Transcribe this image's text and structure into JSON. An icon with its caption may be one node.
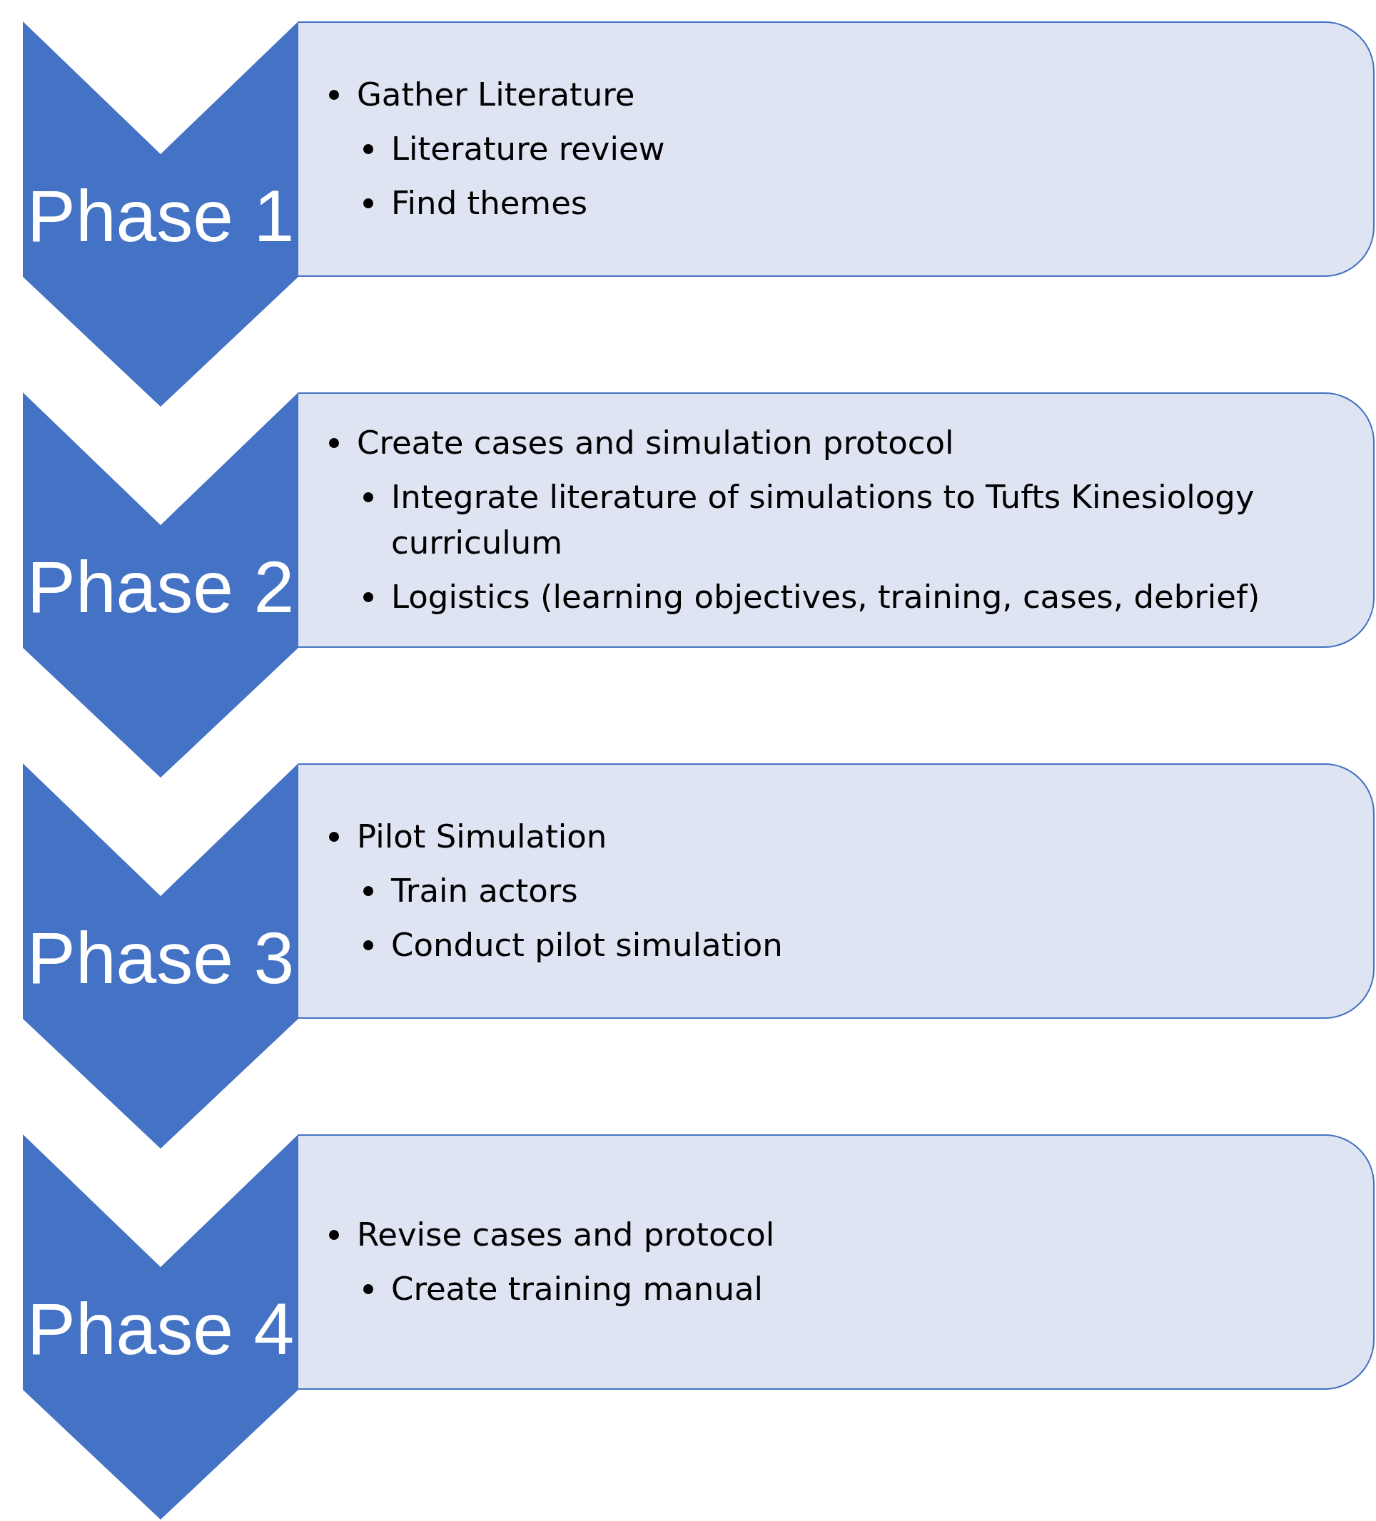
{
  "diagram": {
    "nodes": [
      {
        "text": [
          "Phase 1"
        ]
      },
      {
        "text": [
          "Gather Literature",
          "Literature review",
          "Find themes"
        ]
      },
      {
        "text": [
          "Phase 2"
        ]
      },
      {
        "text": [
          "Create cases and simulation protocol",
          "Integrate literature of simulations to Tufts Kinesiology curriculum",
          "Logistics (learning objectives, training, cases, debrief)"
        ]
      },
      {
        "text": [
          "Phase 3"
        ]
      },
      {
        "text": [
          "Pilot Simulation",
          "Train actors",
          "Conduct pilot simulation"
        ]
      },
      {
        "text": [
          "Phase 4"
        ]
      },
      {
        "text": [
          "Revise cases and protocol",
          "Create training manual"
        ]
      }
    ]
  }
}
